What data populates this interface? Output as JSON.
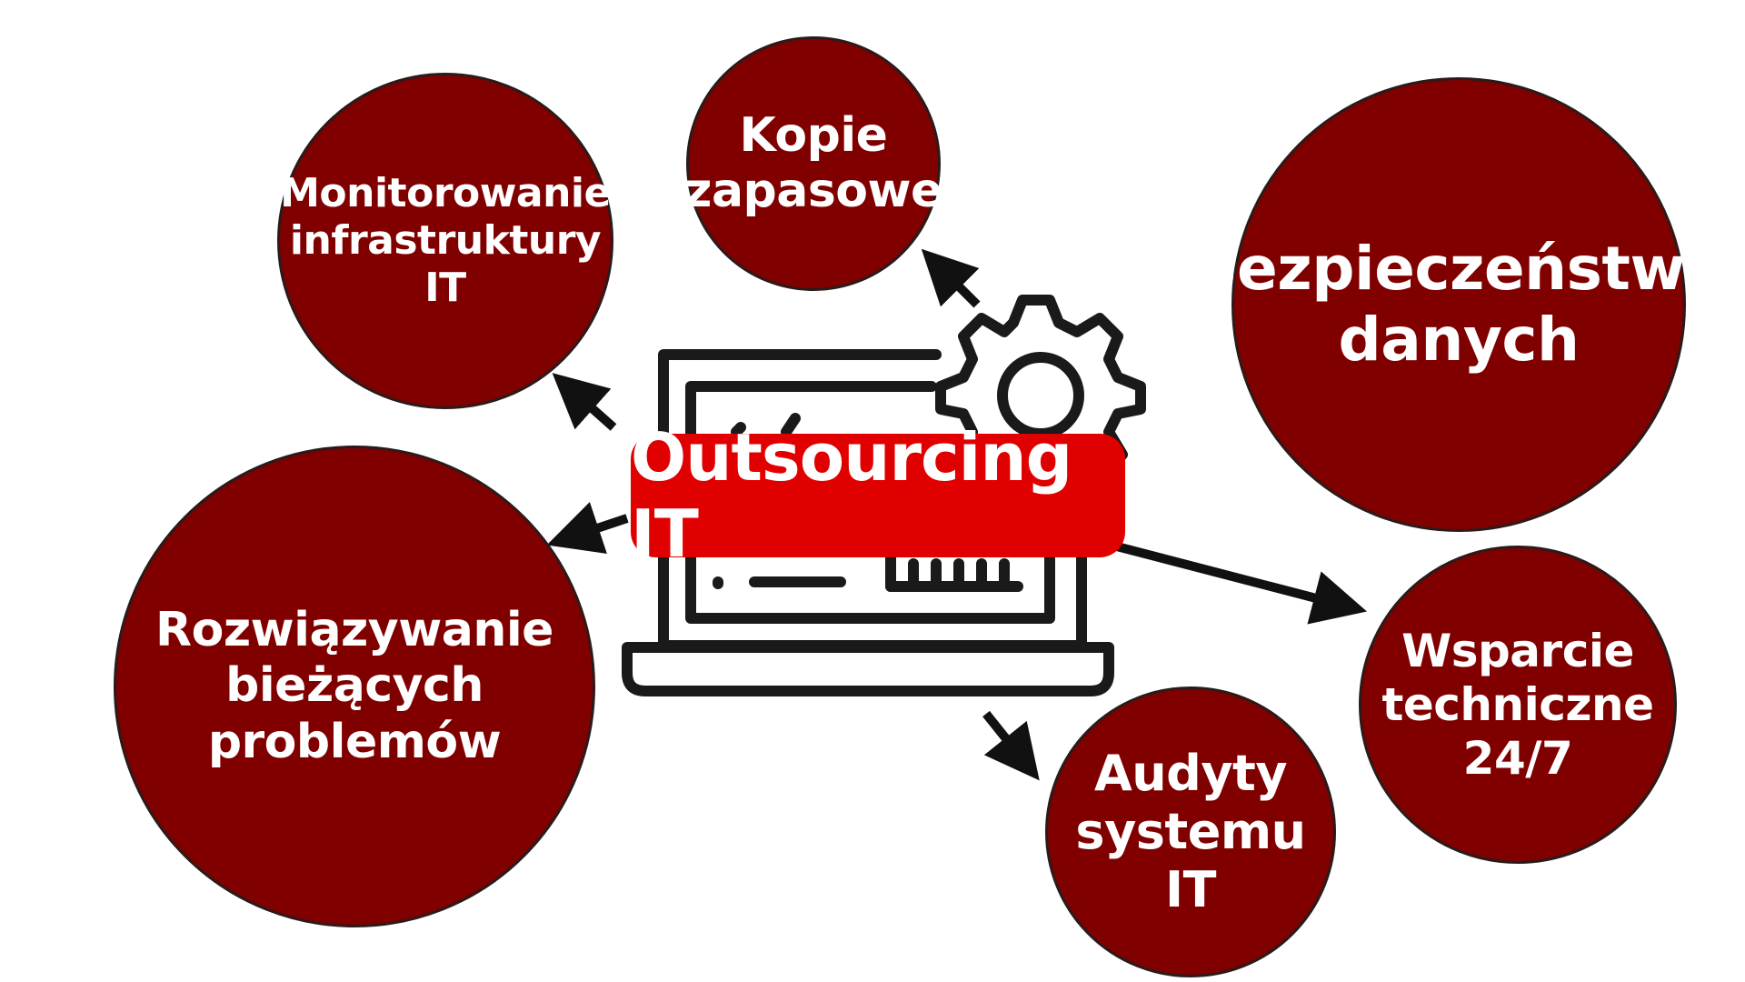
{
  "colors": {
    "node_fill": "#800000",
    "center_fill": "#e10000",
    "text": "#ffffff",
    "icon_stroke": "#1a1a1a"
  },
  "center": {
    "label": "Outsourcing IT"
  },
  "nodes": [
    {
      "id": "monitoring",
      "label": "Monitorowanie\ninfrastruktury IT"
    },
    {
      "id": "backups",
      "label": "Kopie\nzapasowe"
    },
    {
      "id": "data-security",
      "label": "Bezpieczeństwo\ndanych"
    },
    {
      "id": "troubleshooting",
      "label": "Rozwiązywanie\nbieżących problemów"
    },
    {
      "id": "tech-support",
      "label": "Wsparcie\ntechniczne\n24/7"
    },
    {
      "id": "it-audits",
      "label": "Audyty\nsystemu IT"
    }
  ],
  "icons": [
    "laptop-icon",
    "gear-icon",
    "arrow-icon"
  ]
}
